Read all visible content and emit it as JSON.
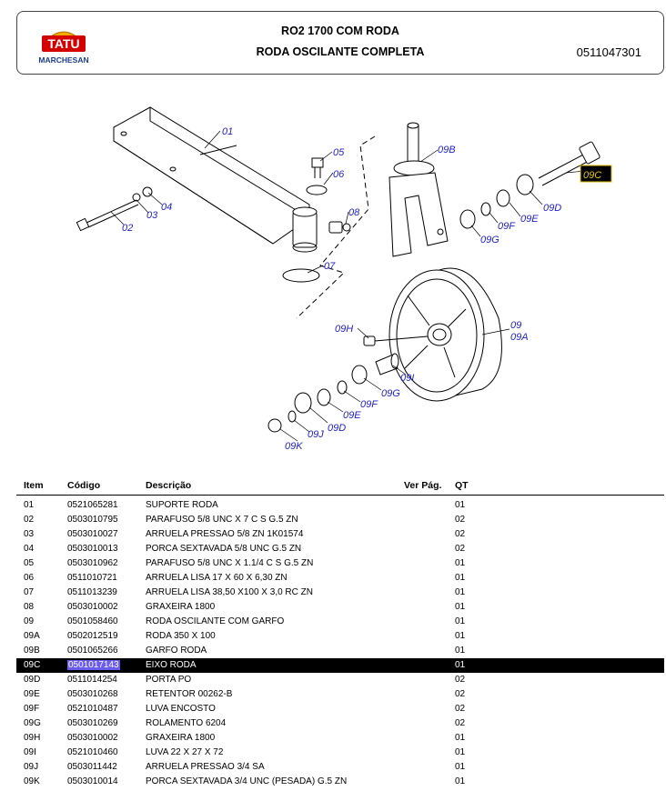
{
  "header": {
    "logo_text": "TATU",
    "brand": "MARCHESAN",
    "title_line1": "RO2 1700 COM RODA",
    "title_line2": "RODA OSCILANTE COMPLETA",
    "doc_code": "0511047301"
  },
  "diagram": {
    "labels": [
      "01",
      "02",
      "03",
      "04",
      "05",
      "06",
      "07",
      "08",
      "09",
      "09A",
      "09B",
      "09C",
      "09D",
      "09E",
      "09F",
      "09G",
      "09H",
      "09I",
      "09J",
      "09K"
    ],
    "label_color": "#1f1fd0",
    "highlight_label": "09C"
  },
  "table": {
    "headers": {
      "item": "Item",
      "code": "Código",
      "desc": "Descrição",
      "ver": "Ver Pág.",
      "qt": "QT"
    },
    "selected_index": 11,
    "rows": [
      {
        "item": "01",
        "code": "0521065281",
        "desc": "SUPORTE RODA",
        "ver": "",
        "qt": "01"
      },
      {
        "item": "02",
        "code": "0503010795",
        "desc": "PARAFUSO 5/8 UNC X 7 C S  G.5 ZN",
        "ver": "",
        "qt": "02"
      },
      {
        "item": "03",
        "code": "0503010027",
        "desc": "ARRUELA PRESSAO 5/8 ZN 1K01574",
        "ver": "",
        "qt": "02"
      },
      {
        "item": "04",
        "code": "0503010013",
        "desc": "PORCA SEXTAVADA 5/8 UNC G.5 ZN",
        "ver": "",
        "qt": "02"
      },
      {
        "item": "05",
        "code": "0503010962",
        "desc": "PARAFUSO 5/8 UNC X 1.1/4 C S  G.5 ZN",
        "ver": "",
        "qt": "01"
      },
      {
        "item": "06",
        "code": "0511010721",
        "desc": "ARRUELA LISA 17 X 60 X 6,30      ZN",
        "ver": "",
        "qt": "01"
      },
      {
        "item": "07",
        "code": "0511013239",
        "desc": "ARRUELA LISA 38,50 X100 X 3,0 RC ZN",
        "ver": "",
        "qt": "01"
      },
      {
        "item": "08",
        "code": "0503010002",
        "desc": "GRAXEIRA 1800",
        "ver": "",
        "qt": "01"
      },
      {
        "item": "09",
        "code": "0501058460",
        "desc": "RODA OSCILANTE COM GARFO",
        "ver": "",
        "qt": "01"
      },
      {
        "item": "09A",
        "code": "0502012519",
        "desc": "RODA 350 X 100",
        "ver": "",
        "qt": "01"
      },
      {
        "item": "09B",
        "code": "0501065266",
        "desc": "GARFO RODA",
        "ver": "",
        "qt": "01"
      },
      {
        "item": "09C",
        "code": "0501017143",
        "desc": "EIXO RODA",
        "ver": "",
        "qt": "01"
      },
      {
        "item": "09D",
        "code": "0511014254",
        "desc": "PORTA PO",
        "ver": "",
        "qt": "02"
      },
      {
        "item": "09E",
        "code": "0503010268",
        "desc": "RETENTOR 00262-B",
        "ver": "",
        "qt": "02"
      },
      {
        "item": "09F",
        "code": "0521010487",
        "desc": "LUVA ENCOSTO",
        "ver": "",
        "qt": "02"
      },
      {
        "item": "09G",
        "code": "0503010269",
        "desc": "ROLAMENTO 6204",
        "ver": "",
        "qt": "02"
      },
      {
        "item": "09H",
        "code": "0503010002",
        "desc": "GRAXEIRA 1800",
        "ver": "",
        "qt": "01"
      },
      {
        "item": "09I",
        "code": "0521010460",
        "desc": "LUVA 22 X 27 X 72",
        "ver": "",
        "qt": "01"
      },
      {
        "item": "09J",
        "code": "0503011442",
        "desc": "ARRUELA PRESSAO  3/4  SA",
        "ver": "",
        "qt": "01"
      },
      {
        "item": "09K",
        "code": "0503010014",
        "desc": "PORCA SEXTAVADA 3/4 UNC (PESADA) G.5 ZN",
        "ver": "",
        "qt": "01"
      }
    ]
  }
}
